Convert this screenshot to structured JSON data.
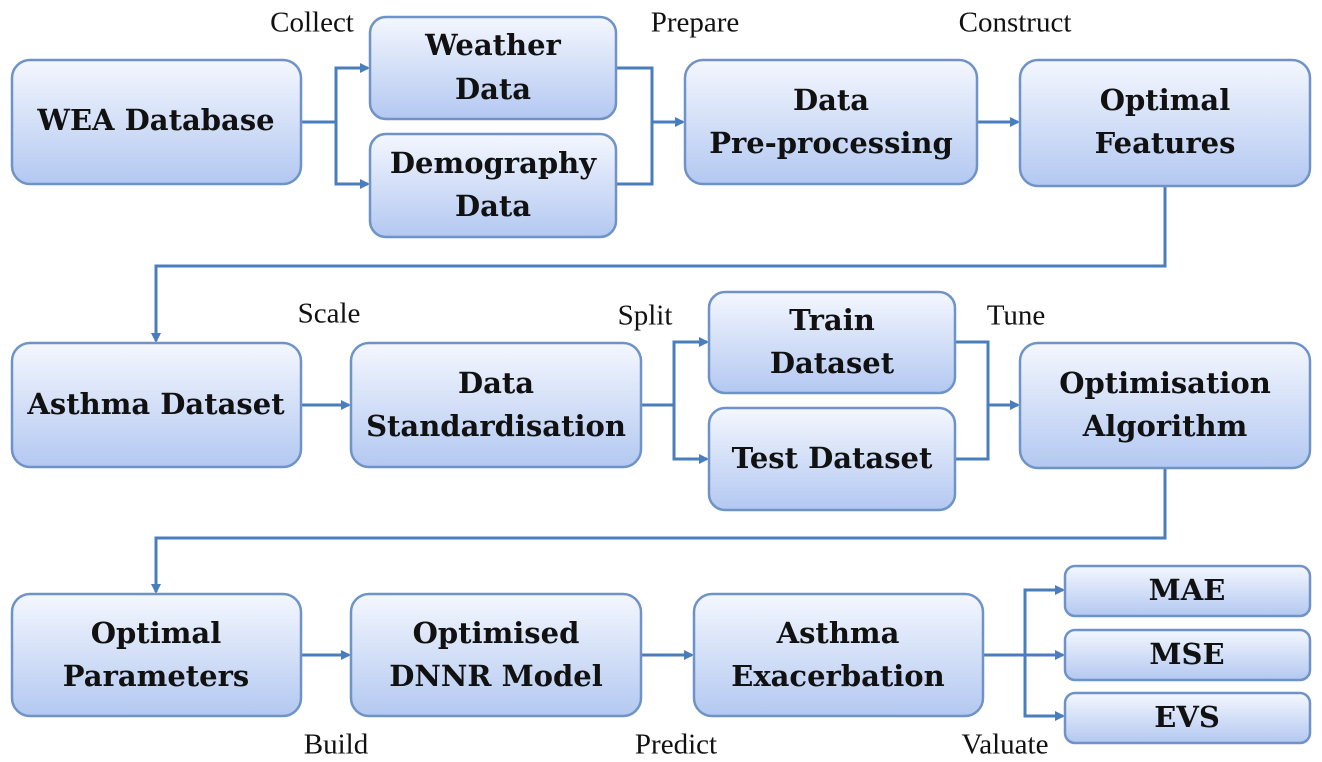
{
  "colors": {
    "box_fill_top": "#f4f7fe",
    "box_fill_bottom": "#b3c8f1",
    "box_stroke": "#6f93c7",
    "arrow": "#4a7dbb",
    "text": "#111111"
  },
  "nodes": {
    "wea_database": {
      "lines": [
        "WEA Database"
      ]
    },
    "weather_data": {
      "lines": [
        "Weather",
        "Data"
      ]
    },
    "demography_data": {
      "lines": [
        "Demography",
        "Data"
      ]
    },
    "data_preprocessing": {
      "lines": [
        "Data",
        "Pre-processing"
      ]
    },
    "optimal_features": {
      "lines": [
        "Optimal",
        "Features"
      ]
    },
    "asthma_dataset": {
      "lines": [
        "Asthma Dataset"
      ]
    },
    "data_standardisation": {
      "lines": [
        "Data",
        "Standardisation"
      ]
    },
    "train_dataset": {
      "lines": [
        "Train",
        "Dataset"
      ]
    },
    "test_dataset": {
      "lines": [
        "Test Dataset"
      ]
    },
    "optimisation_algorithm": {
      "lines": [
        "Optimisation",
        "Algorithm"
      ]
    },
    "optimal_parameters": {
      "lines": [
        "Optimal",
        "Parameters"
      ]
    },
    "optimised_dnnr_model": {
      "lines": [
        "Optimised",
        "DNNR Model"
      ]
    },
    "asthma_exacerbation": {
      "lines": [
        "Asthma",
        "Exacerbation"
      ]
    },
    "mae": {
      "lines": [
        "MAE"
      ]
    },
    "mse": {
      "lines": [
        "MSE"
      ]
    },
    "evs": {
      "lines": [
        "EVS"
      ]
    }
  },
  "step_labels": {
    "collect": "Collect",
    "prepare": "Prepare",
    "construct": "Construct",
    "scale": "Scale",
    "split": "Split",
    "tune": "Tune",
    "build": "Build",
    "predict": "Predict",
    "valuate": "Valuate"
  },
  "edges": [
    {
      "from": "wea_database",
      "to": "weather_data"
    },
    {
      "from": "wea_database",
      "to": "demography_data"
    },
    {
      "from": "weather_data",
      "to": "data_preprocessing"
    },
    {
      "from": "demography_data",
      "to": "data_preprocessing"
    },
    {
      "from": "data_preprocessing",
      "to": "optimal_features"
    },
    {
      "from": "optimal_features",
      "to": "asthma_dataset"
    },
    {
      "from": "asthma_dataset",
      "to": "data_standardisation"
    },
    {
      "from": "data_standardisation",
      "to": "train_dataset"
    },
    {
      "from": "data_standardisation",
      "to": "test_dataset"
    },
    {
      "from": "train_dataset",
      "to": "optimisation_algorithm"
    },
    {
      "from": "test_dataset",
      "to": "optimisation_algorithm"
    },
    {
      "from": "optimisation_algorithm",
      "to": "optimal_parameters"
    },
    {
      "from": "optimal_parameters",
      "to": "optimised_dnnr_model"
    },
    {
      "from": "optimised_dnnr_model",
      "to": "asthma_exacerbation"
    },
    {
      "from": "asthma_exacerbation",
      "to": "mae"
    },
    {
      "from": "asthma_exacerbation",
      "to": "mse"
    },
    {
      "from": "asthma_exacerbation",
      "to": "evs"
    }
  ]
}
